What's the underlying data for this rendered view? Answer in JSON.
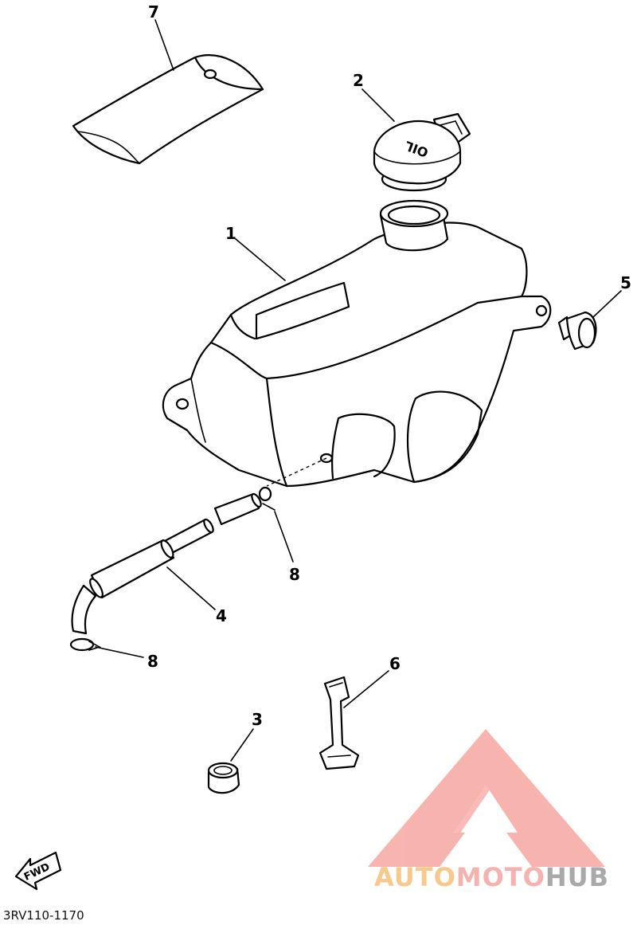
{
  "callouts": {
    "n1": "1",
    "n2": "2",
    "n3": "3",
    "n4": "4",
    "n5": "5",
    "n6": "6",
    "n7": "7",
    "n8a": "8",
    "n8b": "8"
  },
  "cap_text": "OIL",
  "fwd_label": "FWD",
  "diagram_code": "3RV110-1170",
  "watermark": {
    "auto": "AUTO",
    "moto": "MOTO",
    "hub": "HUB",
    "colors": {
      "triangle": "#f6a7a2",
      "auto": "#f7c98c",
      "moto": "#f6b2ae",
      "hub": "#a9a9a9"
    }
  }
}
